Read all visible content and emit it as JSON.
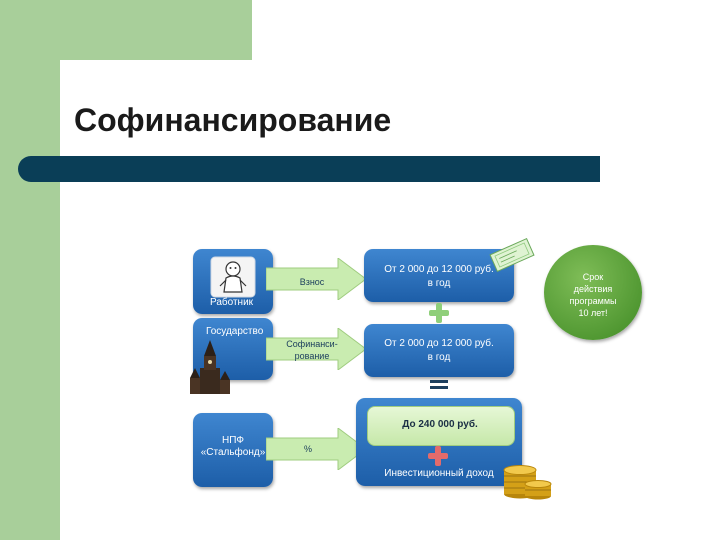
{
  "slide": {
    "title": "Софинансирование"
  },
  "rows": {
    "worker": {
      "label": "Работник",
      "arrow_label": "Взнос",
      "amount_line1": "От 2 000 до 12 000 руб.",
      "amount_line2": "в год"
    },
    "state": {
      "label": "Государство",
      "arrow_label_line1": "Софинанси-",
      "arrow_label_line2": "рование",
      "amount_line1": "От 2 000 до 12 000 руб.",
      "amount_line2": "в год"
    },
    "fund": {
      "label_line1": "НПФ",
      "label_line2": "«Стальфонд»",
      "arrow_label": "%",
      "result_amount": "До 240 000 руб.",
      "result_caption": "Инвестиционный доход"
    }
  },
  "term_badge": {
    "line1": "Срок",
    "line2": "действия",
    "line3": "программы",
    "line4": "10 лет!"
  },
  "colors": {
    "accent_green": "#a8cf9a",
    "title_bar": "#0a3e57",
    "box_blue": "#2a6fbf",
    "arrow_green": "#c9ecb0",
    "badge_green": "#4f9a30",
    "plus_green": "#8fcf7a",
    "plus_red": "#e36b6b"
  },
  "icons": [
    "worker-illustration-icon",
    "kremlin-tower-icon",
    "banknote-icon",
    "coin-stack-icon"
  ]
}
